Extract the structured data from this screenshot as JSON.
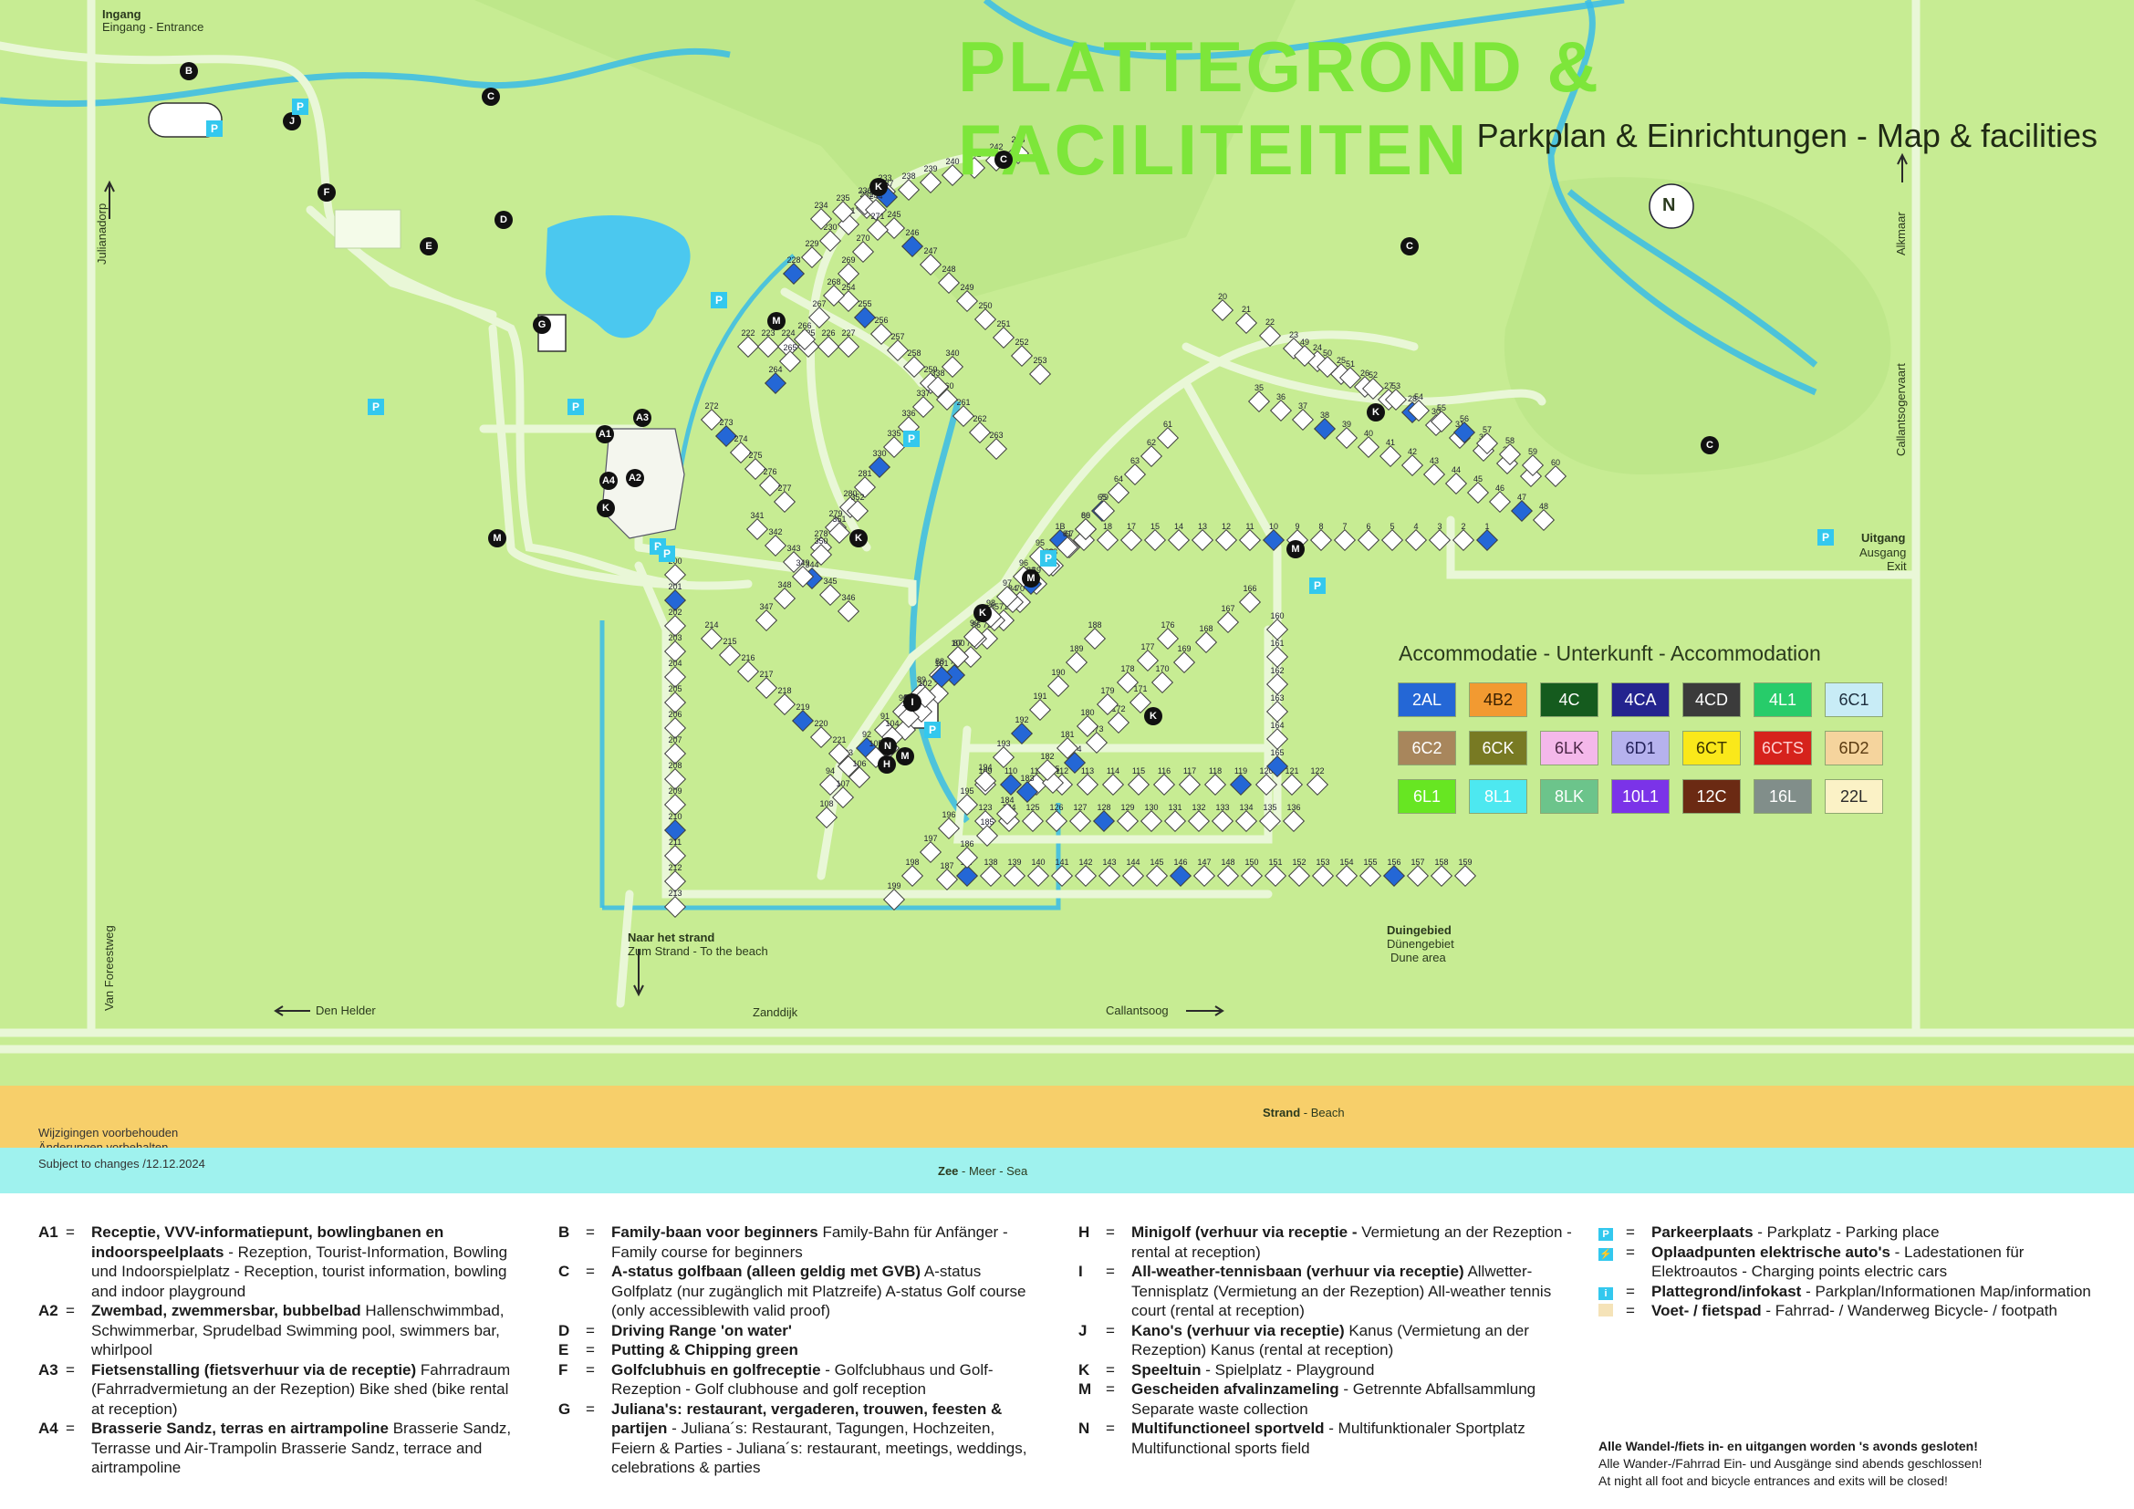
{
  "title": "PLATTEGROND & FACILITEITEN",
  "subtitle": "Parkplan & Einrichtungen  - Map & facilities",
  "map_labels": {
    "entrance_nl": "Ingang",
    "entrance_de_en": "Eingang - Entrance",
    "exit_nl": "Uitgang",
    "exit_de": "Ausgang",
    "exit_en": "Exit",
    "julianadorp": "Julianadorp",
    "alkmaar": "Alkmaar",
    "callantsogervaart": "Callantsogervaart",
    "van_foreestweg": "Van Foreestweg",
    "den_helder": "Den Helder",
    "zanddijk": "Zanddijk",
    "callantsoog": "Callantsoog",
    "beach_nl": "Naar het strand",
    "beach_de_en": "Zum Strand - To the beach",
    "dune_nl": "Duingebied",
    "dune_de": "Dünengebiet",
    "dune_en": "Dune area",
    "north": "N",
    "strand": "Strand",
    "strand_en": " - Beach",
    "zee": "Zee",
    "zee_rest": " - Meer - Sea",
    "changes_1": "Wijzigingen voorbehouden",
    "changes_2": "Änderungen vorbehalten",
    "changes_3": "Subject to changes /12.12.2024"
  },
  "accommodation": {
    "title": "Accommodatie - Unterkunft - Accommodation",
    "types": [
      {
        "code": "2AL",
        "color": "#2467d6",
        "text": "#ffffff"
      },
      {
        "code": "4B2",
        "color": "#f29a31",
        "text": "#3a2000"
      },
      {
        "code": "4C",
        "color": "#155b1e",
        "text": "#ffffff"
      },
      {
        "code": "4CA",
        "color": "#24248f",
        "text": "#ffffff"
      },
      {
        "code": "4CD",
        "color": "#3b3b3b",
        "text": "#ffffff"
      },
      {
        "code": "4L1",
        "color": "#27cc6a",
        "text": "#ffffff"
      },
      {
        "code": "6C1",
        "color": "#c8ecf6",
        "text": "#1d2d3d"
      },
      {
        "code": "6C2",
        "color": "#a8865c",
        "text": "#ffffff"
      },
      {
        "code": "6CK",
        "color": "#787a23",
        "text": "#ffffff"
      },
      {
        "code": "6LK",
        "color": "#f4b8ea",
        "text": "#4a2545"
      },
      {
        "code": "6D1",
        "color": "#b6b2ee",
        "text": "#24225a"
      },
      {
        "code": "6CT",
        "color": "#fae81a",
        "text": "#3a3300"
      },
      {
        "code": "6CTS",
        "color": "#d6221c",
        "text": "#ffd0d0"
      },
      {
        "code": "6D2",
        "color": "#f5d49d",
        "text": "#5a3a10"
      },
      {
        "code": "6L1",
        "color": "#67e622",
        "text": "#ffffff"
      },
      {
        "code": "8L1",
        "color": "#4de8f0",
        "text": "#ffffff"
      },
      {
        "code": "8LK",
        "color": "#6cc48b",
        "text": "#ffffff"
      },
      {
        "code": "10L1",
        "color": "#7b33e8",
        "text": "#ffffff"
      },
      {
        "code": "12C",
        "color": "#6b2a13",
        "text": "#ffffff"
      },
      {
        "code": "16L",
        "color": "#818e8a",
        "text": "#ffffff"
      },
      {
        "code": "22L",
        "color": "#fbf2c6",
        "text": "#2a2a2a"
      }
    ]
  },
  "facility_markers": [
    {
      "code": "B"
    },
    {
      "code": "J"
    },
    {
      "code": "C"
    },
    {
      "code": "F"
    },
    {
      "code": "D"
    },
    {
      "code": "E"
    },
    {
      "code": "G"
    },
    {
      "code": "A1"
    },
    {
      "code": "A2"
    },
    {
      "code": "A3"
    },
    {
      "code": "A4"
    },
    {
      "code": "K"
    },
    {
      "code": "M"
    },
    {
      "code": "N"
    },
    {
      "code": "H"
    },
    {
      "code": "I"
    },
    {
      "code": "P"
    }
  ],
  "plot_numbers": [
    "1",
    "2",
    "3",
    "4",
    "5",
    "6",
    "7",
    "8",
    "9",
    "10",
    "11",
    "12",
    "13",
    "14",
    "15",
    "17",
    "18",
    "1A",
    "1B",
    "20",
    "21",
    "22",
    "23",
    "24",
    "25",
    "26",
    "27",
    "28",
    "30",
    "31",
    "32",
    "33",
    "34",
    "35",
    "36",
    "37",
    "38",
    "39",
    "40",
    "41",
    "42",
    "43",
    "44",
    "45",
    "46",
    "47",
    "48",
    "49",
    "50",
    "51",
    "52",
    "53",
    "54",
    "55",
    "56",
    "57",
    "58",
    "59",
    "60",
    "61",
    "62",
    "63",
    "64",
    "65",
    "66",
    "67",
    "68",
    "69",
    "70",
    "71",
    "72",
    "73",
    "74",
    "75",
    "76",
    "77",
    "78",
    "79",
    "80",
    "81",
    "82",
    "83",
    "84",
    "85",
    "86",
    "87",
    "88",
    "89",
    "90",
    "91",
    "92",
    "93",
    "94",
    "95",
    "96",
    "97",
    "98",
    "99",
    "100",
    "101",
    "102",
    "103",
    "104",
    "105",
    "106",
    "107",
    "108",
    "109",
    "110",
    "111",
    "112",
    "113",
    "114",
    "115",
    "116",
    "117",
    "118",
    "119",
    "120",
    "121",
    "122",
    "123",
    "124",
    "125",
    "126",
    "127",
    "128",
    "129",
    "130",
    "131",
    "132",
    "133",
    "134",
    "135",
    "136",
    "137",
    "138",
    "139",
    "140",
    "141",
    "142",
    "143",
    "144",
    "145",
    "146",
    "147",
    "148",
    "150",
    "151",
    "152",
    "153",
    "154",
    "155",
    "156",
    "157",
    "158",
    "159",
    "160",
    "161",
    "162",
    "163",
    "164",
    "165",
    "166",
    "167",
    "168",
    "169",
    "170",
    "171",
    "172",
    "173",
    "174",
    "175",
    "176",
    "177",
    "178",
    "179",
    "180",
    "181",
    "182",
    "183",
    "184",
    "185",
    "186",
    "187",
    "188",
    "189",
    "190",
    "191",
    "192",
    "193",
    "194",
    "195",
    "196",
    "197",
    "198",
    "199",
    "200",
    "201",
    "202",
    "203",
    "204",
    "205",
    "206",
    "207",
    "208",
    "209",
    "210",
    "211",
    "212",
    "213",
    "214",
    "215",
    "216",
    "217",
    "218",
    "219",
    "220",
    "221",
    "222",
    "223",
    "224",
    "225",
    "226",
    "227",
    "228",
    "229",
    "230",
    "231",
    "232",
    "233",
    "234",
    "235",
    "236",
    "237",
    "238",
    "239",
    "240",
    "241",
    "242",
    "243",
    "244",
    "245",
    "246",
    "247",
    "248",
    "249",
    "250",
    "251",
    "252",
    "253",
    "254",
    "255",
    "256",
    "257",
    "258",
    "259",
    "260",
    "261",
    "262",
    "263",
    "264",
    "265",
    "266",
    "267",
    "268",
    "269",
    "270",
    "271",
    "272",
    "273",
    "274",
    "275",
    "276",
    "277",
    "278",
    "279",
    "280",
    "281",
    "330",
    "335",
    "336",
    "337",
    "338",
    "340",
    "341",
    "342",
    "343",
    "344",
    "345",
    "346",
    "347",
    "348",
    "349",
    "350",
    "351",
    "352"
  ],
  "legend": {
    "col1": [
      {
        "key": "A1",
        "bold": "Receptie, VVV-informatiepunt, bowlingbanen en indoorspeelplaats",
        "text": " - Rezeption, Tourist-Information, Bowling und Indoorspielplatz - Reception, tourist information, bowling and indoor playground"
      },
      {
        "key": "A2",
        "bold": "Zwembad, zwemmersbar, bubbelbad",
        "text": " Hallenschwimmbad, Schwimmerbar, Sprudelbad Swimming pool, swimmers bar, whirlpool"
      },
      {
        "key": "A3",
        "bold": "Fietsenstalling (fietsverhuur via de receptie)",
        "text": " Fahrradraum (Fahrradvermietung an der Rezeption) Bike shed (bike rental at reception)"
      },
      {
        "key": "A4",
        "bold": "Brasserie Sandz, terras en airtrampoline",
        "text": " Brasserie Sandz, Terrasse und Air-Trampolin Brasserie Sandz, terrace and airtrampoline"
      }
    ],
    "col2": [
      {
        "key": "B",
        "bold": "Family-baan voor beginners",
        "text": " Family-Bahn für Anfänger - Family course for beginners"
      },
      {
        "key": "C",
        "bold": "A-status golfbaan (alleen geldig met GVB)",
        "text": " A-status Golfplatz (nur zugänglich mit Platzreife) A-status Golf course (only accessiblewith valid proof)"
      },
      {
        "key": "D",
        "bold": "Driving Range 'on water'",
        "text": ""
      },
      {
        "key": "E",
        "bold": "Putting & Chipping green",
        "text": ""
      },
      {
        "key": "F",
        "bold": "Golfclubhuis en golfreceptie",
        "text": " - Golfclubhaus und Golf-Rezeption - Golf clubhouse and golf reception"
      },
      {
        "key": "G",
        "bold": "Juliana's: restaurant, vergaderen, trouwen, feesten & partijen",
        "text": " - Juliana´s: Restaurant, Tagungen, Hochzeiten, Feiern & Parties - Juliana´s: restaurant, meetings, weddings, celebrations & parties"
      }
    ],
    "col3": [
      {
        "key": "H",
        "bold": "Minigolf (verhuur via receptie -",
        "text": " Vermietung an der Rezeption - rental at reception)"
      },
      {
        "key": "I",
        "bold": "All-weather-tennisbaan (verhuur via receptie)",
        "text": " Allwetter-Tennisplatz (Vermietung an der Rezeption) All-weather tennis court (rental at reception)"
      },
      {
        "key": "J",
        "bold": "Kano's (verhuur via receptie)",
        "text": " Kanus (Vermietung an der Rezeption) Kanus (rental at reception)"
      },
      {
        "key": "K",
        "bold": "Speeltuin",
        "text": " - Spielplatz - Playground"
      },
      {
        "key": "M",
        "bold": "Gescheiden afvalinzameling",
        "text": " - Getrennte Abfallsammlung Separate waste collection"
      },
      {
        "key": "N",
        "bold": "Multifunctioneel sportveld",
        "text": " - Multifunktionaler Sportplatz Multifunctional sports field"
      }
    ],
    "col4": [
      {
        "key": "P",
        "bold": "Parkeerplaats",
        "text": " - Parkplatz - Parking place"
      },
      {
        "key": "EV",
        "bold": "Oplaadpunten elektrische auto's",
        "text": " - Ladestationen für Elektroautos - Charging points electric cars"
      },
      {
        "key": "i",
        "bold": "Plattegrond/infokast",
        "text": " - Parkplan/Informationen Map/information"
      },
      {
        "key": "path",
        "bold": "Voet- / fietspad",
        "text": " - Fahrrad- / Wanderweg Bicycle- / footpath"
      }
    ],
    "closing_bold": "Alle Wandel-/fiets in- en uitgangen worden 's avonds gesloten!",
    "closing_de": "Alle Wander-/Fahrrad Ein- und Ausgänge sind abends geschlossen!",
    "closing_en": "At night all foot and bicycle entrances and exits will be closed!",
    "eq": "="
  }
}
